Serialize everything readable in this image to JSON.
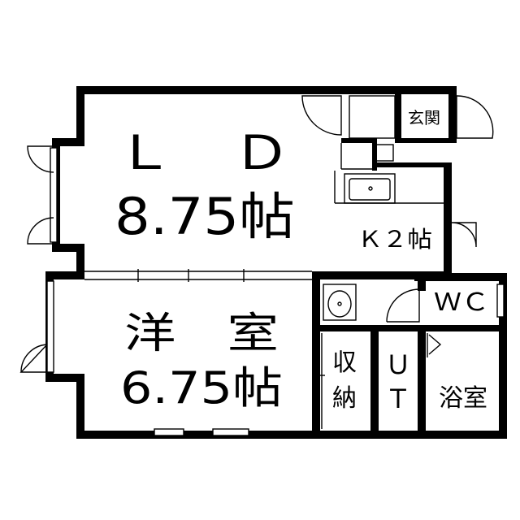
{
  "rooms": {
    "ld": {
      "name": "Ｌ　Ｄ",
      "size": "8.75帖"
    },
    "western": {
      "name": "洋　室",
      "size": "6.75帖"
    },
    "kitchen": {
      "label": "Ｋ２帖"
    },
    "entrance": {
      "label": "玄関"
    },
    "wc": {
      "label": "ＷＣ"
    },
    "bath": {
      "label": "浴室"
    },
    "storage": {
      "label_top": "収",
      "label_bottom": "納"
    },
    "ut": {
      "label_top": "Ｕ",
      "label_bottom": "Ｔ"
    }
  }
}
